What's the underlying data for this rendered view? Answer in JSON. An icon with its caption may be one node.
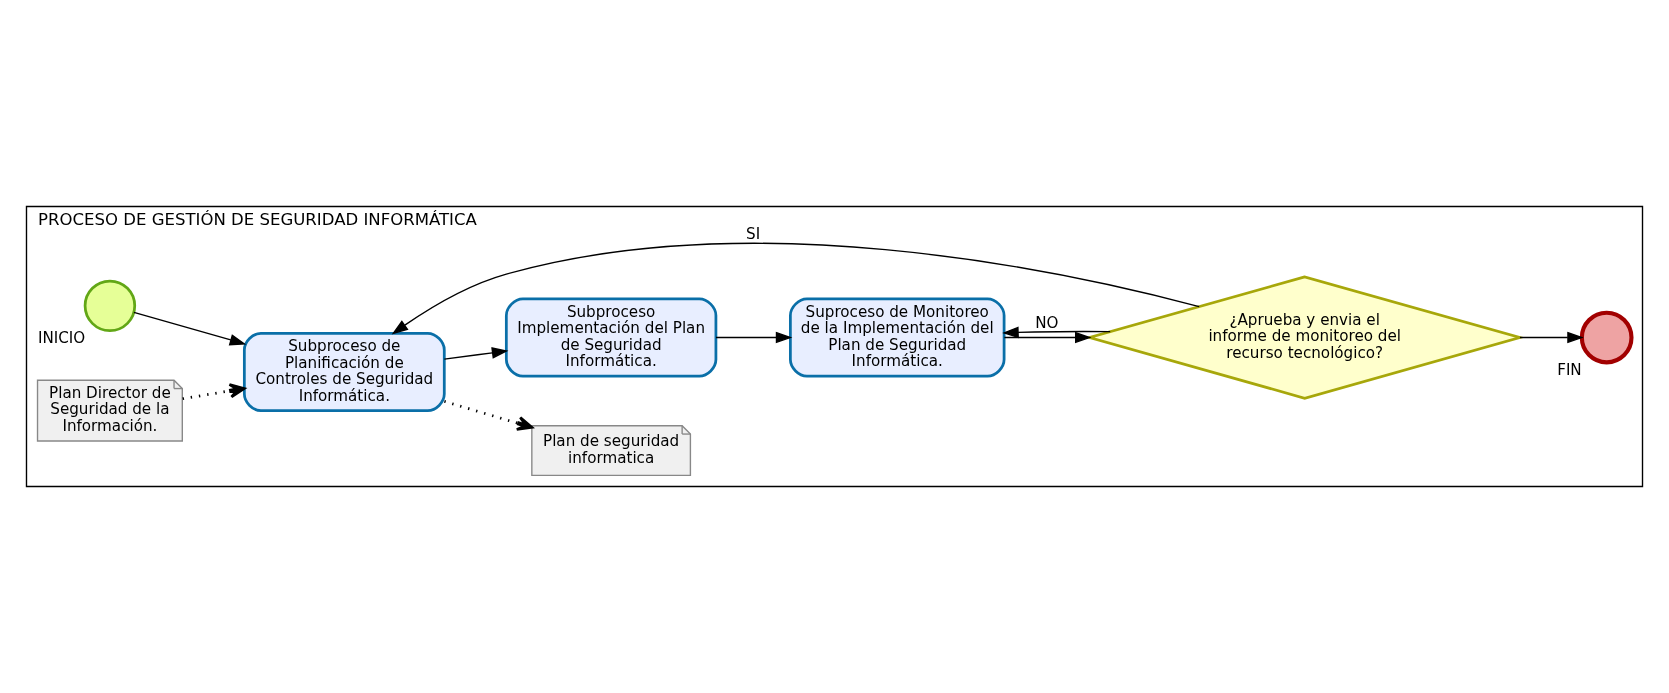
{
  "diagram": {
    "nodes": [
      {
        "text": [
          "PROCESO DE GESTIÓN DE SEGURIDAD INFORMÁTICA"
        ]
      },
      {
        "text": [],
        "shape": "circle",
        "in": 0,
        "beside": [
          "INICIO"
        ]
      },
      {
        "text": [
          "Plan Director de Seguridad de la Información."
        ],
        "in": 0
      },
      {
        "text": [
          "Subproceso de Planificación de Controles de Seguridad Informática."
        ],
        "in": 0
      },
      {
        "text": [
          "Plan de seguridad informatica"
        ],
        "in": 0
      },
      {
        "text": [
          "Subproceso Implementación del Plan de Seguridad Informática."
        ],
        "in": 0
      },
      {
        "text": [
          "Suproceso de Monitoreo de la Implementación del Plan de Seguridad Informática."
        ],
        "in": 0
      },
      {
        "text": [
          "¿Aprueba y envia el informe de monitoreo del recurso tecnológico?"
        ],
        "in": 0
      },
      {
        "text": [],
        "shape": "circle",
        "in": 0,
        "beside": [
          "FIN"
        ]
      }
    ],
    "edges": [
      {
        "from": 1,
        "to": 3,
        "arrow": "to"
      },
      {
        "from": 2,
        "to": 3,
        "arrow": "to",
        "style": "dashed"
      },
      {
        "from": 3,
        "to": 4,
        "arrow": "to",
        "style": "dashed"
      },
      {
        "from": 3,
        "to": 5,
        "arrow": "to"
      },
      {
        "from": 5,
        "to": 6,
        "arrow": "to"
      },
      {
        "from": 6,
        "to": 7,
        "arrow": "to"
      },
      {
        "from": 7,
        "to": 3,
        "arrow": "to",
        "label": "SI"
      },
      {
        "from": 7,
        "to": 6,
        "arrow": "to",
        "label": "NO"
      },
      {
        "from": 7,
        "to": 8,
        "arrow": "to"
      }
    ]
  }
}
